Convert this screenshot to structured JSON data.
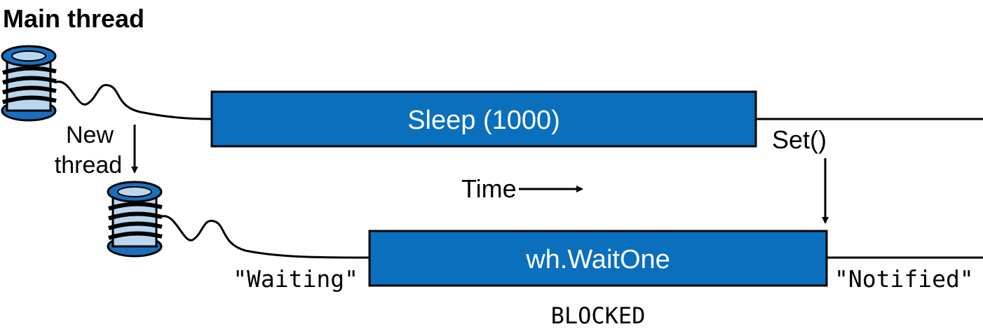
{
  "labels": {
    "main_thread": "Main thread",
    "new_thread_line1": "New",
    "new_thread_line2": "thread",
    "sleep_box": "Sleep (1000)",
    "set_call": "Set()",
    "time": "Time",
    "waitone_box": "wh.WaitOne",
    "waiting": "\"Waiting\"",
    "notified": "\"Notified\"",
    "blocked": "BLOCKED"
  },
  "colors": {
    "box_fill": "#0a6fbd",
    "spool_dark": "#1a6fbf",
    "spool_light": "#b9d6ee",
    "line": "#000000"
  },
  "icons": {
    "thread_spool": "thread-spool-icon"
  }
}
